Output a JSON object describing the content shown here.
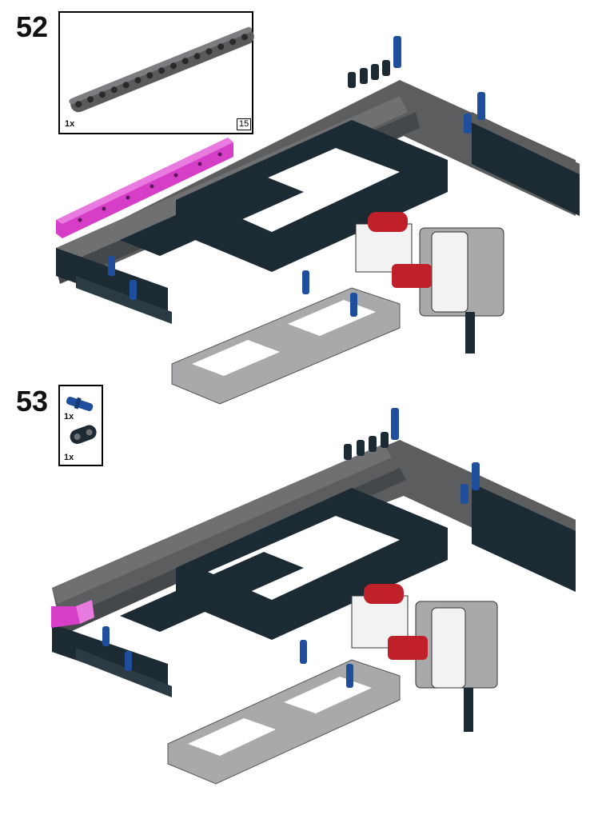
{
  "steps": [
    {
      "number": "52",
      "parts": [
        {
          "name": "technic-beam-15",
          "qty": "1x",
          "size": "15",
          "color": "#5a5a5a"
        }
      ],
      "highlight_color": "#d63ec8"
    },
    {
      "number": "53",
      "parts": [
        {
          "name": "technic-axle-pin-blue",
          "qty": "1x",
          "color": "#1f4e9c"
        },
        {
          "name": "technic-beam-2-black",
          "qty": "1x",
          "color": "#1d2a33"
        }
      ],
      "highlight_color": "#d63ec8"
    }
  ],
  "colors": {
    "dark_gray": "#5b5d5f",
    "black": "#1c2a33",
    "light_gray": "#a8a9ab",
    "blue": "#1f4e9c",
    "red": "#c0202a",
    "magenta": "#d63ec8",
    "white": "#f2f2f2"
  }
}
